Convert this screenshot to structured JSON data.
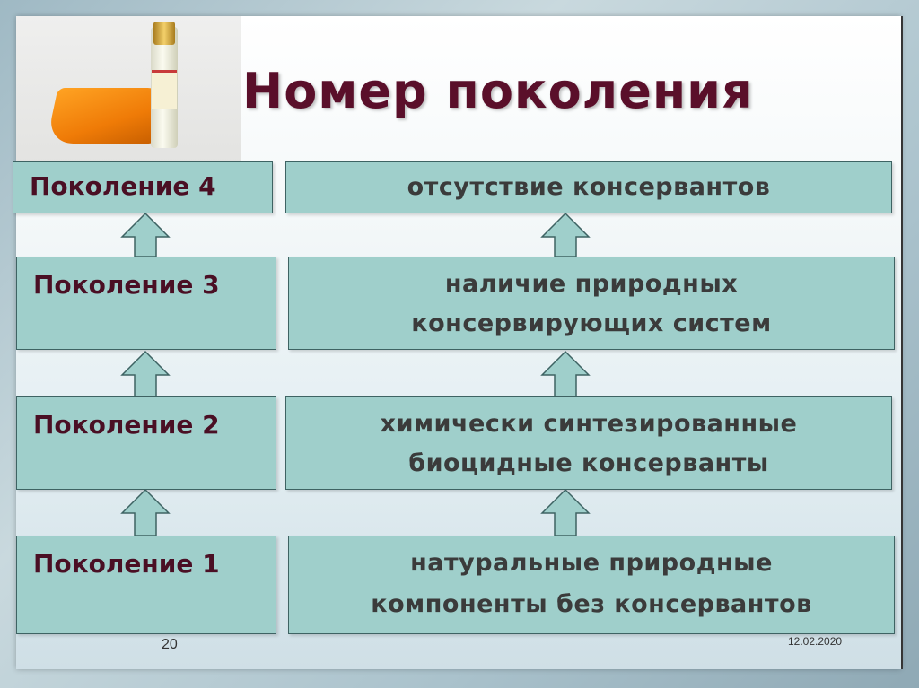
{
  "title": "Номер поколения",
  "generations": [
    {
      "label": "Поколение 4",
      "description": [
        "отсутствие консервантов"
      ]
    },
    {
      "label": "Поколение 3",
      "description": [
        "наличие природных",
        "консервирующих систем"
      ]
    },
    {
      "label": "Поколение 2",
      "description": [
        "химически синтезированные",
        "биоцидные консерванты"
      ]
    },
    {
      "label": "Поколение 1",
      "description": [
        "натуральные природные",
        "компоненты без консервантов"
      ]
    }
  ],
  "footer": {
    "page_number": "20",
    "date": "12.02.2020"
  },
  "colors": {
    "box_fill": "#9fcfcb",
    "box_border": "#3e6363",
    "title": "#5a0f2a",
    "label": "#4a0f24"
  }
}
